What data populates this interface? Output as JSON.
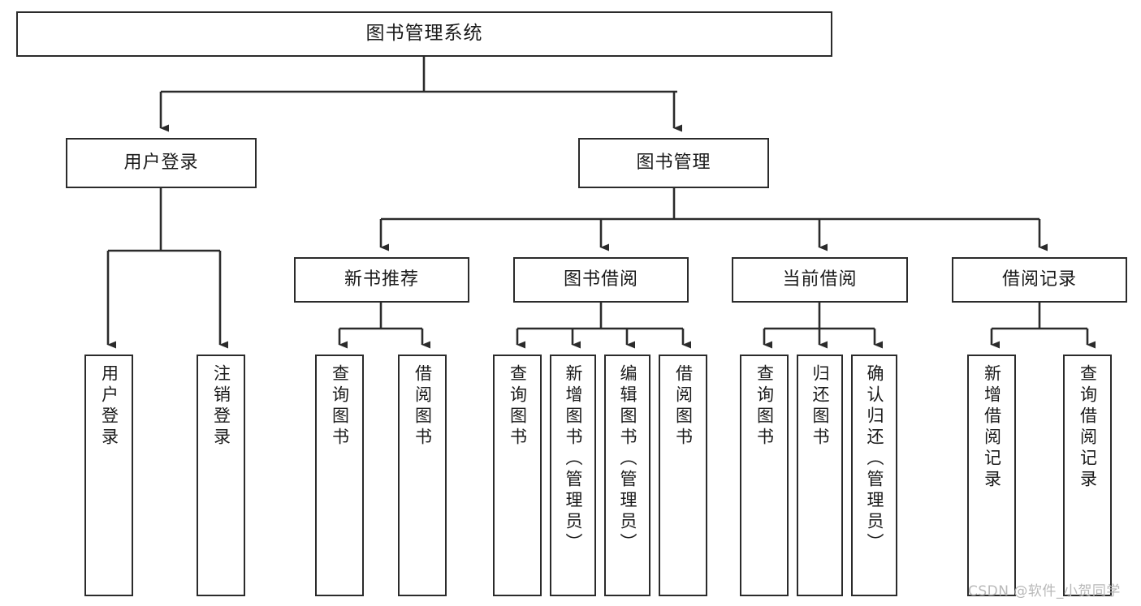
{
  "diagram": {
    "type": "tree-hierarchy",
    "title": "图书管理系统",
    "orientation": "top-down",
    "colors": {
      "box_border": "#2b2b2b",
      "box_fill": "#ffffff",
      "edge": "#2b2b2b",
      "text": "#1a1a1a",
      "watermark": "#b8b8b8",
      "background": "#ffffff"
    },
    "root": {
      "label": "图书管理系统"
    },
    "tier2": [
      {
        "label": "用户登录"
      },
      {
        "label": "图书管理"
      }
    ],
    "tier3": [
      {
        "label": "新书推荐"
      },
      {
        "label": "图书借阅"
      },
      {
        "label": "当前借阅"
      },
      {
        "label": "借阅记录"
      }
    ],
    "leaves": {
      "user_login": [
        {
          "label": "用户登录"
        },
        {
          "label": "注销登录"
        }
      ],
      "new_book_recommend": [
        {
          "label": "查询图书"
        },
        {
          "label": "借阅图书"
        }
      ],
      "book_borrow": [
        {
          "label": "查询图书"
        },
        {
          "label": "新增图书（管理员）"
        },
        {
          "label": "编辑图书（管理员）"
        },
        {
          "label": "借阅图书"
        }
      ],
      "current_borrow": [
        {
          "label": "查询图书"
        },
        {
          "label": "归还图书"
        },
        {
          "label": "确认归还（管理员）"
        }
      ],
      "borrow_record": [
        {
          "label": "新增借阅记录"
        },
        {
          "label": "查询借阅记录"
        }
      ]
    }
  },
  "watermark": {
    "text": "CSDN @软件_小贺同学"
  }
}
